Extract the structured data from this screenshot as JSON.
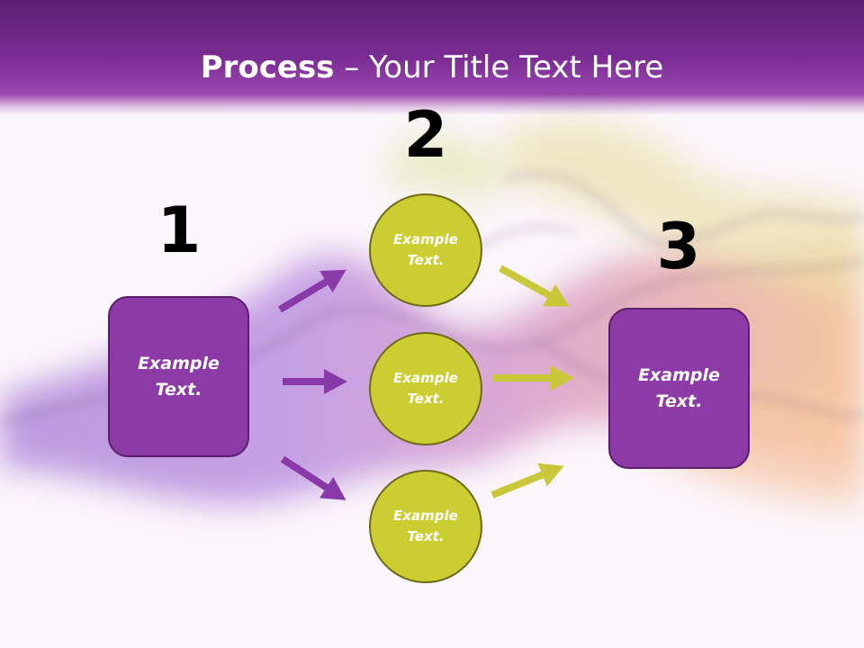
{
  "title": {
    "bold": "Process",
    "rest": " – Your Title Text Here"
  },
  "steps": {
    "one": "1",
    "two": "2",
    "three": "3"
  },
  "boxes": {
    "left": "Example\nText.",
    "right": "Example\nText."
  },
  "circles": {
    "top": "Example\nText.",
    "middle": "Example\nText.",
    "bottom": "Example\nText."
  },
  "colors": {
    "header": "#7a2c92",
    "box_fill": "#8c3aa6",
    "circle_fill": "#cccc33",
    "arrow_purple": "#8a3aa8",
    "arrow_yellow": "#c8c83a"
  },
  "icons": {
    "arrow": "arrow-right-icon"
  }
}
